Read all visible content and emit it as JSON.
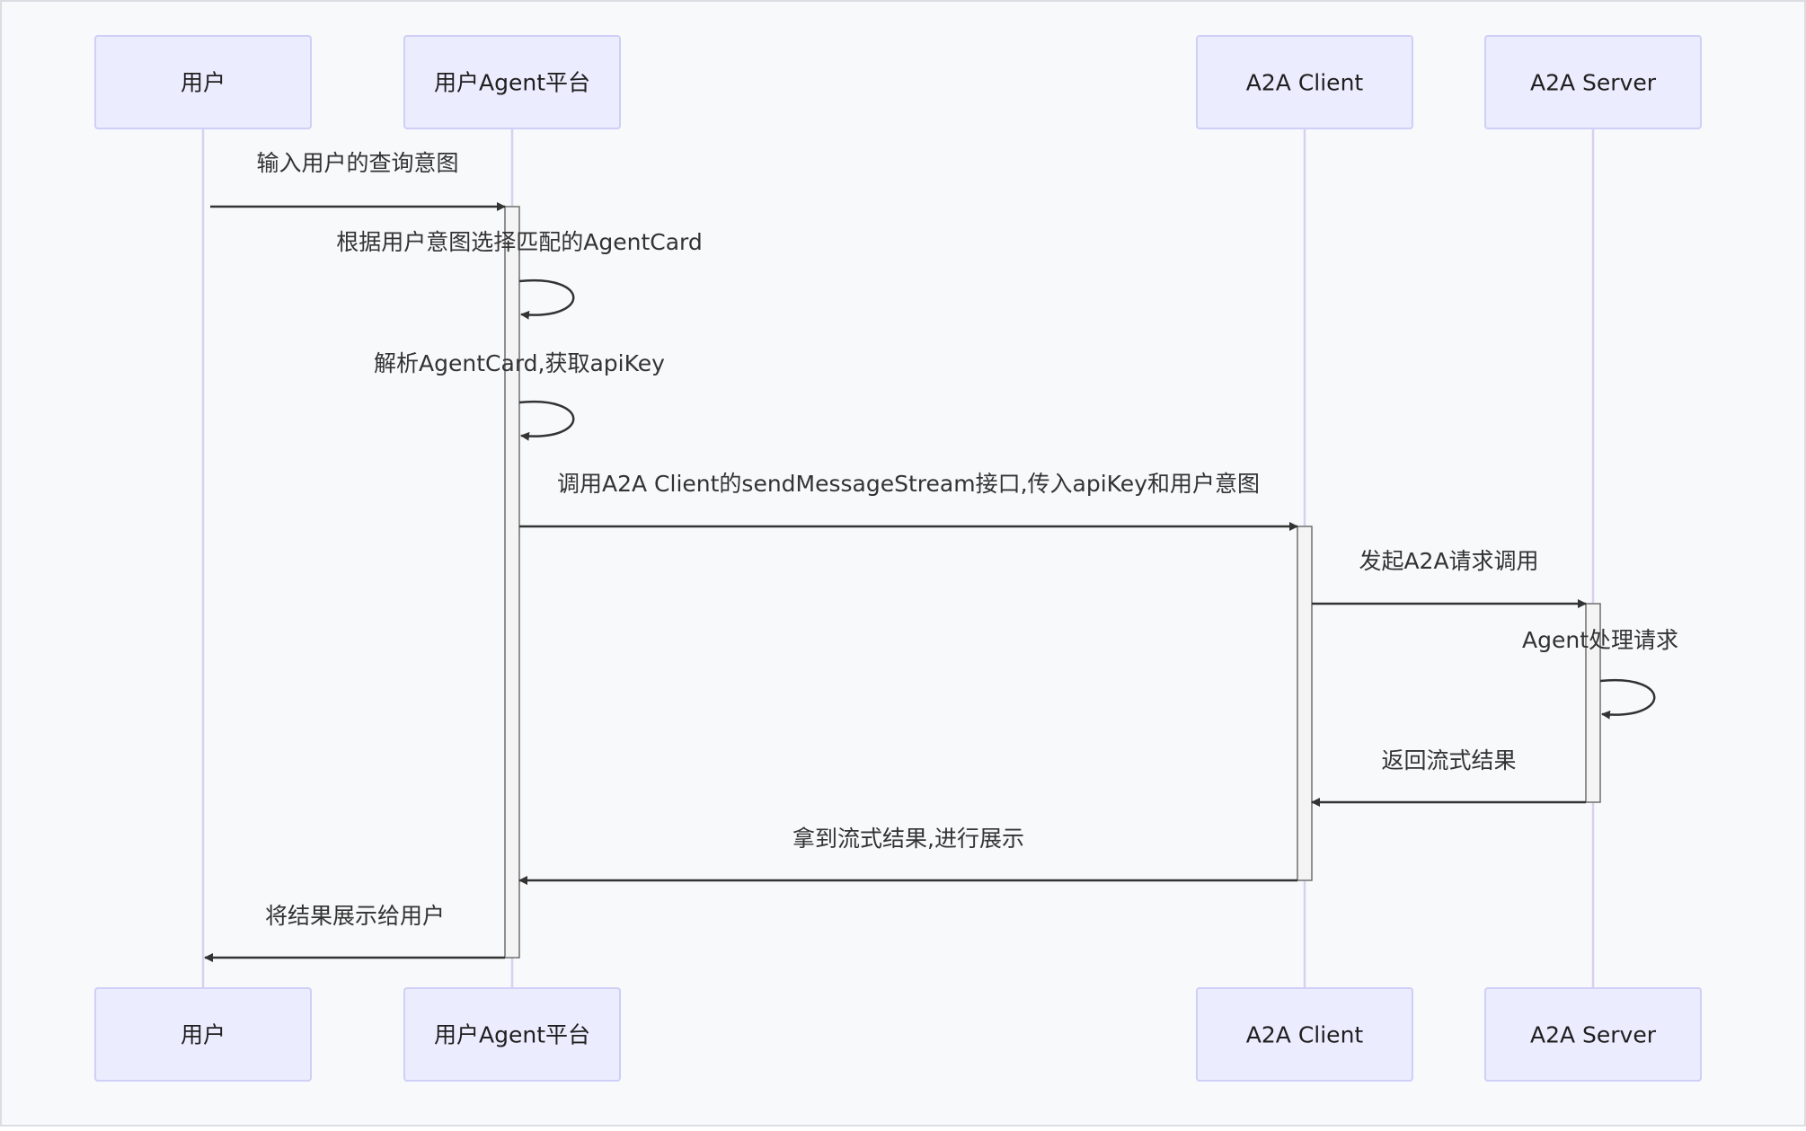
{
  "colors": {
    "background": "#f8f9fb",
    "border": "#dcdde3",
    "actor_fill": "#ececff",
    "actor_stroke": "#cfcff7",
    "lifeline": "#d7d1ef",
    "activation_fill": "#f4f4f4",
    "activation_stroke": "#6e6e6e",
    "arrow": "#333333",
    "text": "#333333"
  },
  "actors": [
    {
      "id": "user",
      "label": "用户"
    },
    {
      "id": "platform",
      "label": "用户Agent平台"
    },
    {
      "id": "client",
      "label": "A2A Client"
    },
    {
      "id": "server",
      "label": "A2A Server"
    }
  ],
  "messages": [
    {
      "from": "user",
      "to": "platform",
      "label": "输入用户的查询意图"
    },
    {
      "from": "platform",
      "to": "platform",
      "label": "根据用户意图选择匹配的AgentCard"
    },
    {
      "from": "platform",
      "to": "platform",
      "label": "解析AgentCard,获取apiKey"
    },
    {
      "from": "platform",
      "to": "client",
      "label": "调用A2A Client的sendMessageStream接口,传入apiKey和用户意图"
    },
    {
      "from": "client",
      "to": "server",
      "label": "发起A2A请求调用"
    },
    {
      "from": "server",
      "to": "server",
      "label": "Agent处理请求"
    },
    {
      "from": "server",
      "to": "client",
      "label": "返回流式结果"
    },
    {
      "from": "client",
      "to": "platform",
      "label": "拿到流式结果,进行展示"
    },
    {
      "from": "platform",
      "to": "user",
      "label": "将结果展示给用户"
    }
  ]
}
